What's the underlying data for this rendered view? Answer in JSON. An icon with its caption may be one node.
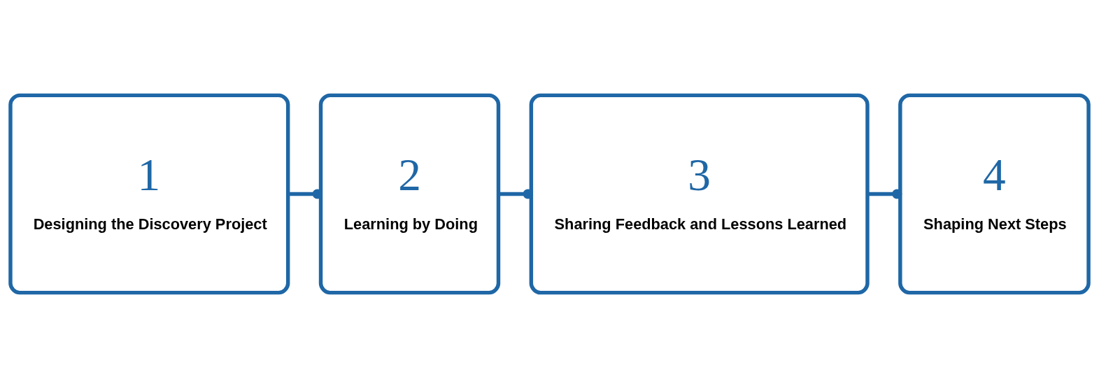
{
  "diagram": {
    "nodes": [
      {
        "text": [
          "1",
          "Designing the Discovery Project"
        ]
      },
      {
        "text": [
          "2",
          "Learning by Doing"
        ]
      },
      {
        "text": [
          "3",
          "Sharing Feedback and Lessons Learned"
        ]
      },
      {
        "text": [
          "4",
          "Shaping Next Steps"
        ]
      }
    ],
    "edges": [
      {
        "from": 0,
        "to": 1,
        "arrow": "other"
      },
      {
        "from": 1,
        "to": 2,
        "arrow": "other"
      },
      {
        "from": 2,
        "to": 3,
        "arrow": "other"
      }
    ]
  }
}
